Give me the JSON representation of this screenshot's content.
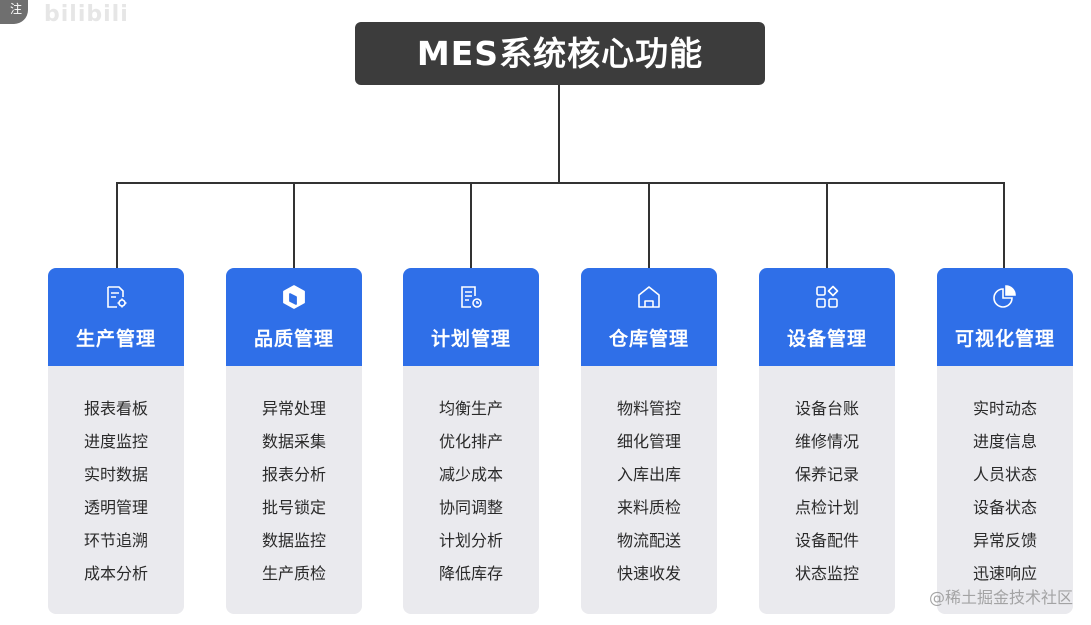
{
  "overlay": {
    "corner_text": "注",
    "logo_text": "bilibili"
  },
  "title": "MES系统核心功能",
  "modules": [
    {
      "title": "生产管理",
      "icon": "report-gear-icon",
      "items": [
        "报表看板",
        "进度监控",
        "实时数据",
        "透明管理",
        "环节追溯",
        "成本分析"
      ]
    },
    {
      "title": "品质管理",
      "icon": "box-icon",
      "items": [
        "异常处理",
        "数据采集",
        "报表分析",
        "批号锁定",
        "数据监控",
        "生产质检"
      ]
    },
    {
      "title": "计划管理",
      "icon": "document-clock-icon",
      "items": [
        "均衡生产",
        "优化排产",
        "减少成本",
        "协同调整",
        "计划分析",
        "降低库存"
      ]
    },
    {
      "title": "仓库管理",
      "icon": "warehouse-icon",
      "items": [
        "物料管控",
        "细化管理",
        "入库出库",
        "来料质检",
        "物流配送",
        "快速收发"
      ]
    },
    {
      "title": "设备管理",
      "icon": "grid-icon",
      "items": [
        "设备台账",
        "维修情况",
        "保养记录",
        "点检计划",
        "设备配件",
        "状态监控"
      ]
    },
    {
      "title": "可视化管理",
      "icon": "pie-chart-icon",
      "items": [
        "实时动态",
        "进度信息",
        "人员状态",
        "设备状态",
        "异常反馈",
        "迅速响应"
      ]
    }
  ],
  "watermark": "@稀土掘金技术社区",
  "colors": {
    "header_blue": "#2f6fe8",
    "title_bg": "#3c3c3c",
    "card_body": "#eaeaee",
    "line": "#333333"
  }
}
